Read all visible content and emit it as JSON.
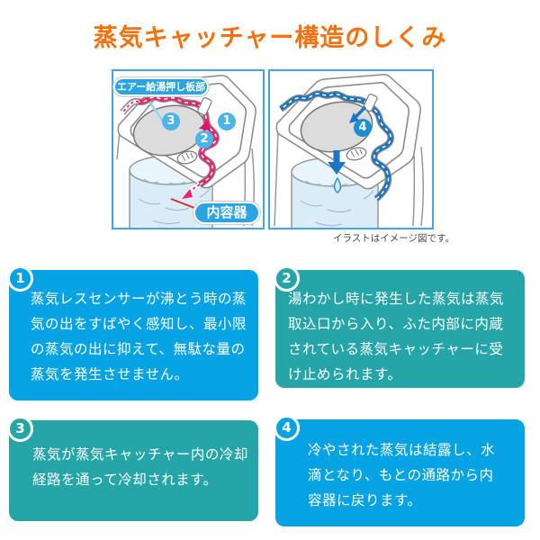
{
  "title": "蒸気キャッチャー構造のしくみ",
  "caption": "イラストはイメージ図です。",
  "colors": {
    "title_orange": "#f5700e",
    "card_blue": "#05a2e4",
    "card_teal": "#26a5a9",
    "panel_border_blue": "#3fa6e0",
    "steam_tube_hot_pink": "#e8246e",
    "steam_tube_cool_blue": "#1b74c4",
    "badge_light_blue": "#4cb4e6",
    "badge_deep_blue": "#1e8ed2",
    "water_fill": "#d9ecf8"
  },
  "diagram": {
    "air_plate_label": "エアー給湯押し板部",
    "inner_vessel_label": "内容器"
  },
  "steps": [
    {
      "num": "1",
      "text": "蒸気レスセンサーが沸とう時の蒸\n気の出をすばやく感知し、最小限\nの蒸気の出に抑えて、無駄な量の\n蒸気を発生させません。"
    },
    {
      "num": "2",
      "text": "湯わかし時に発生した蒸気は蒸気\n取込口から入り、ふた内部に内蔵\nされている蒸気キャッチャーに受\nけ止められます。"
    },
    {
      "num": "3",
      "text": "蒸気が蒸気キャッチャー内の冷却\n経路を通って冷却されます。"
    },
    {
      "num": "4",
      "text": "冷やされた蒸気は結露し、水\n滴となり、もとの通路から内\n容器に戻ります。"
    }
  ]
}
